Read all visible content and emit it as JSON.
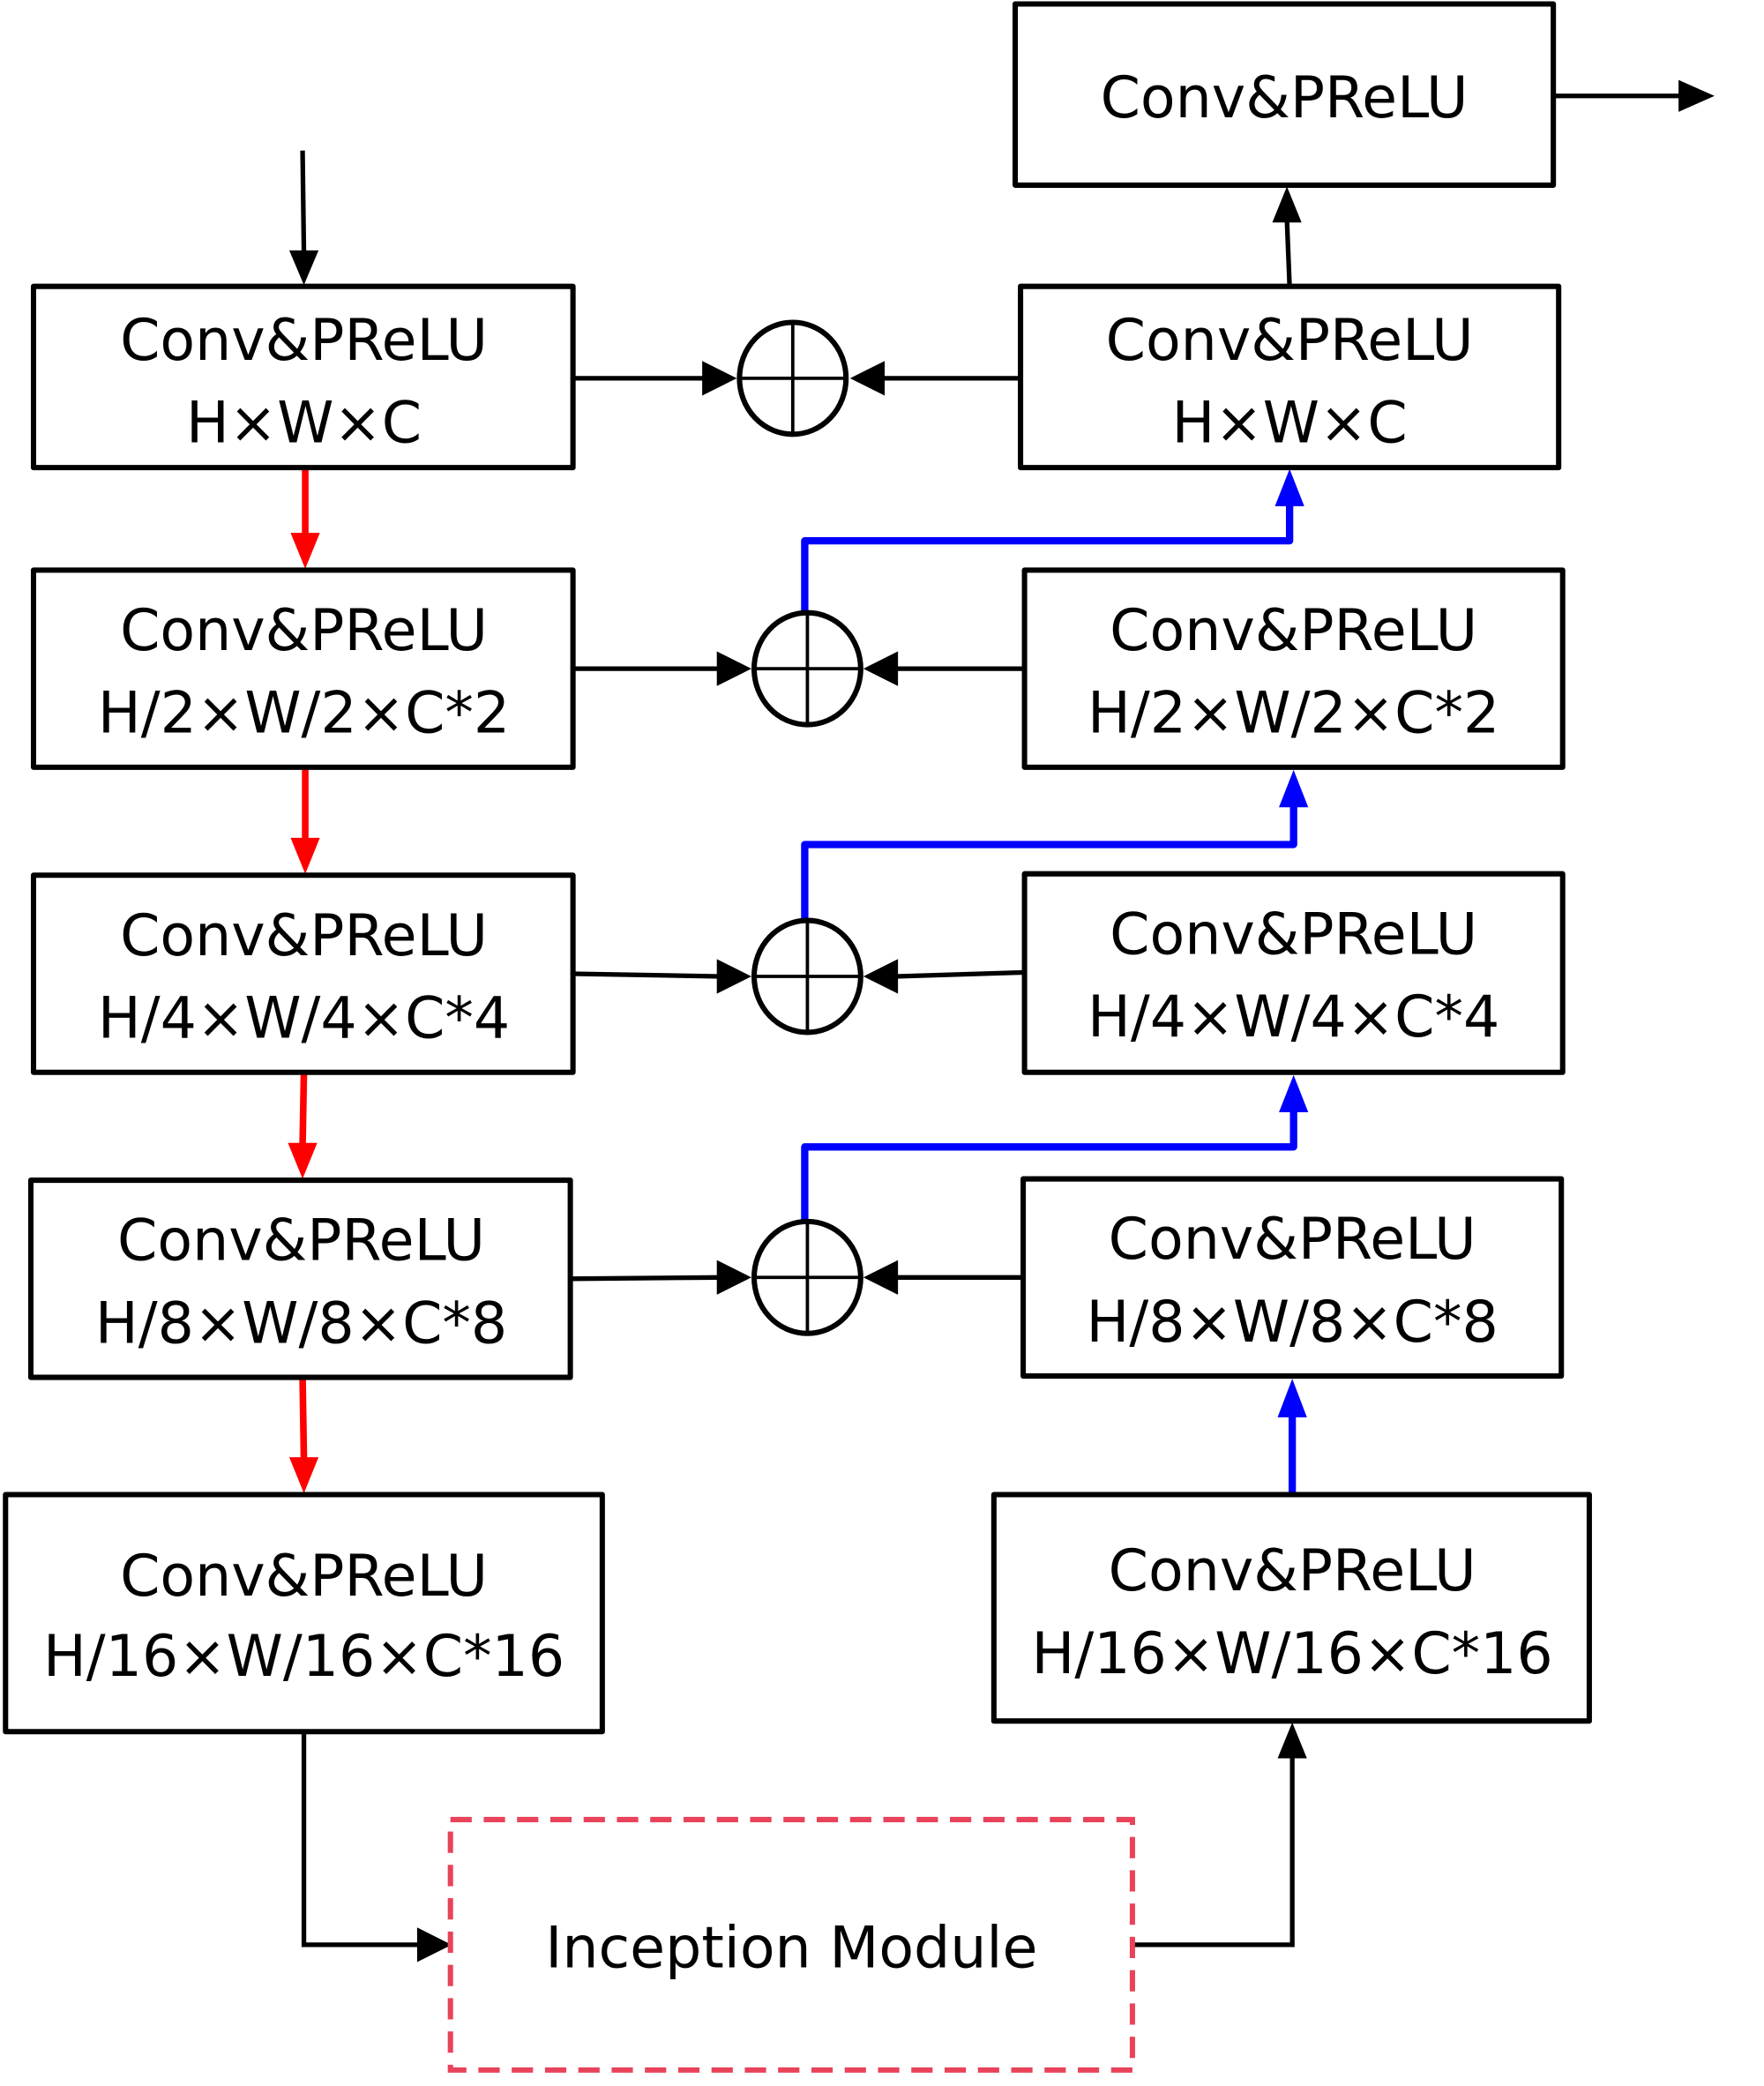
{
  "diagram": {
    "type": "encoder-decoder network architecture",
    "colors": {
      "encoder_arrow": "#ff0000",
      "decoder_arrow": "#0000ff",
      "skip_arrow": "#000000",
      "inception_border": "#e8435a"
    },
    "output_block": {
      "title": "Conv&PReLU"
    },
    "encoder": [
      {
        "title": "Conv&PReLU",
        "shape": "H×W×C"
      },
      {
        "title": "Conv&PReLU",
        "shape": "H/2×W/2×C*2"
      },
      {
        "title": "Conv&PReLU",
        "shape": "H/4×W/4×C*4"
      },
      {
        "title": "Conv&PReLU",
        "shape": "H/8×W/8×C*8"
      },
      {
        "title": "Conv&PReLU",
        "shape": "H/16×W/16×C*16"
      }
    ],
    "decoder": [
      {
        "title": "Conv&PReLU",
        "shape": "H×W×C"
      },
      {
        "title": "Conv&PReLU",
        "shape": "H/2×W/2×C*2"
      },
      {
        "title": "Conv&PReLU",
        "shape": "H/4×W/4×C*4"
      },
      {
        "title": "Conv&PReLU",
        "shape": "H/8×W/8×C*8"
      },
      {
        "title": "Conv&PReLU",
        "shape": "H/16×W/16×C*16"
      }
    ],
    "bottleneck": {
      "title": "Inception Module"
    },
    "sum_nodes": [
      "element-wise-sum",
      "element-wise-sum",
      "element-wise-sum",
      "element-wise-sum"
    ]
  }
}
